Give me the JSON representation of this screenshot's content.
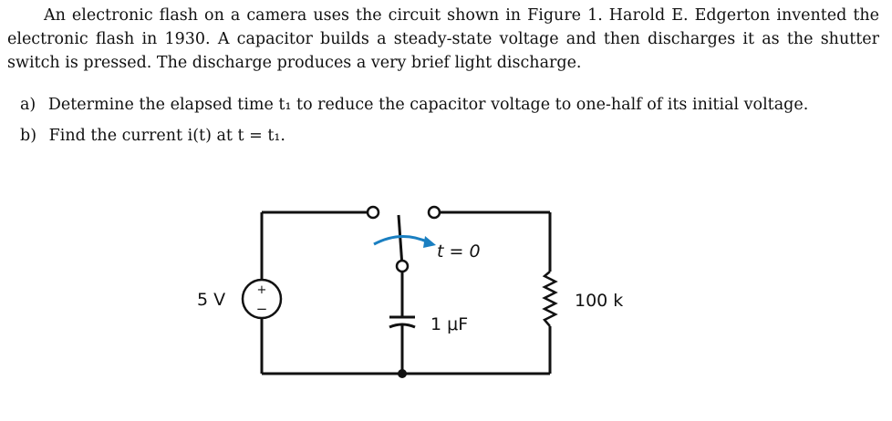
{
  "problem": {
    "paragraph": "An electronic flash on a camera uses the circuit shown in Figure 1. Harold E. Edgerton invented the electronic flash in 1930. A capacitor builds a steady-state voltage and then discharges it as the shutter switch is pressed. The discharge produces a very brief light discharge.",
    "part_a_label": "a)",
    "part_a_text": "Determine the elapsed time t₁ to reduce the capacitor voltage to one-half of its initial voltage.",
    "part_b_label": "b)",
    "part_b_text": "Find the current i(t) at t = t₁."
  },
  "circuit": {
    "source_label": "5 V",
    "source_plus": "+",
    "source_minus": "−",
    "switch_label": "t = 0",
    "capacitor_label": "1 μF",
    "resistor_label": "100 k",
    "colors": {
      "wire": "#111111",
      "arrow": "#1a7fc1"
    }
  }
}
